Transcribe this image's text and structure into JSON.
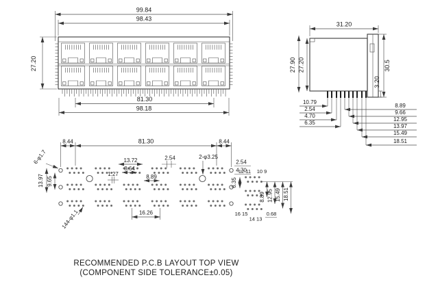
{
  "drawing": {
    "front": {
      "w_outer": "99.84",
      "w_inner": "98.43",
      "h_body": "27.20",
      "pin_span": "81.30",
      "w_bottom": "98.18"
    },
    "side": {
      "w_top": "31.20",
      "h_outer": "27.90",
      "h_body": "27.20",
      "h_flange": "30.5",
      "tab": "3.20",
      "left_dims": {
        "d1": "10.79",
        "d2": "2.54",
        "d3": "4.70",
        "d4": "6.35"
      },
      "right_dims": {
        "d1": "8.89",
        "d2": "9.66",
        "d3": "12.95",
        "d4": "13.97",
        "d5": "15.49",
        "d6": "18.51"
      }
    },
    "pcb": {
      "margin_left": "8.44",
      "span": "81.30",
      "margin_right": "8.44",
      "callout_shield": "6-φ1.7",
      "callout_mount": "2-φ3.25",
      "callout_pins": "144-φ1.1",
      "d13_72": "13.72",
      "d8_64": "8.64",
      "d2_54_top": "2.54",
      "d1_27": "1.27",
      "d8_89": "8.89",
      "d2_54_right": "2.54",
      "d4_70_right": "4.70",
      "v13_97": "13.97",
      "v9_65": "9.65",
      "v6_35": "6.35",
      "v8_89": "8.89",
      "v12_95": "12.95",
      "v15_49": "15.49",
      "v18_51": "18.51",
      "pitch": "16.26",
      "d0_68": "0.68",
      "pins_12_11": "12 11",
      "pins_10_9": "10 9",
      "pins_16_15": "16 15",
      "pins_14_13": "14 13"
    },
    "title": {
      "line1": "RECOMMENDED P.C.B LAYOUT TOP VIEW",
      "line2": "(COMPONENT SIDE TOLERANCE±0.05)"
    }
  }
}
